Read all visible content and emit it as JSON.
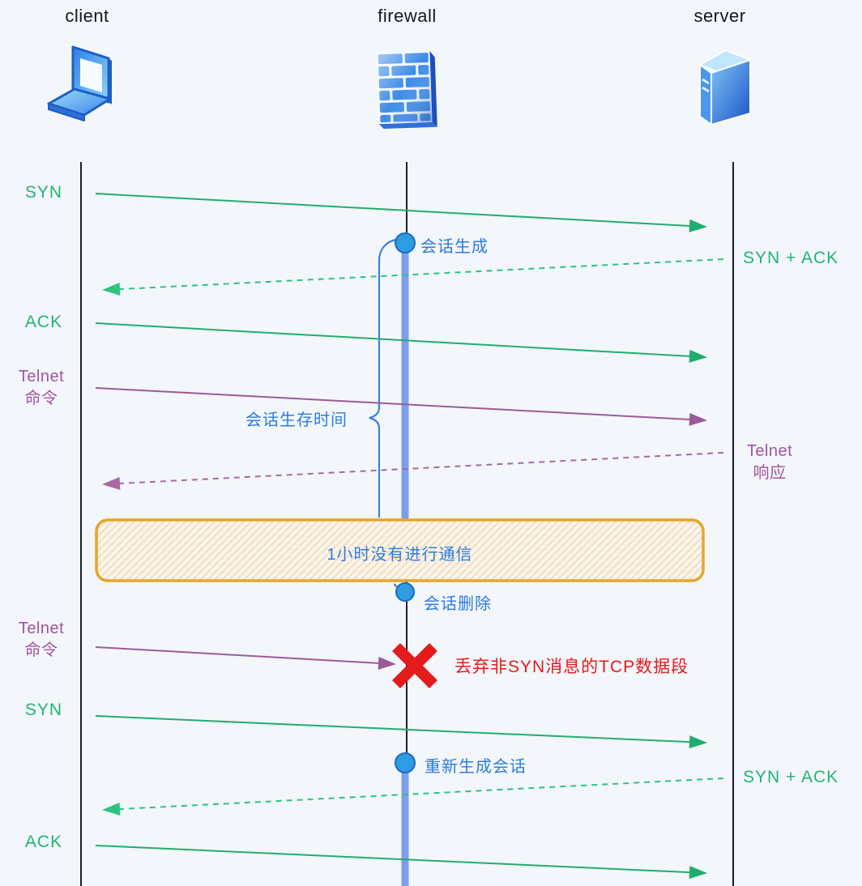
{
  "actors": {
    "client": "client",
    "firewall": "firewall",
    "server": "server"
  },
  "messages": {
    "syn_1": "SYN",
    "syn_ack_1": "SYN + ACK",
    "ack_1": "ACK",
    "telnet_cmd1_line1": "Telnet",
    "telnet_cmd1_line2": "命令",
    "telnet_resp_line1": "Telnet",
    "telnet_resp_line2": "响应",
    "telnet_cmd2_line1": "Telnet",
    "telnet_cmd2_line2": "命令",
    "syn_2": "SYN",
    "syn_ack_2": "SYN + ACK",
    "ack_2": "ACK"
  },
  "annotations": {
    "session_created": "会话生成",
    "session_lifetime": "会话生存时间",
    "no_comm_1_hour": "1小时没有进行通信",
    "session_deleted": "会话删除",
    "drop_non_syn": "丢弃非SYN消息的TCP数据段",
    "session_recreated": "重新生成会话"
  },
  "icons": {
    "client": "laptop-icon",
    "firewall": "brick-wall-icon",
    "server": "server-tower-icon"
  },
  "colors": {
    "green_solid": "#1fae6c",
    "green_dashed": "#2cc47e",
    "purple": "#9c5a99",
    "blue_annotation": "#2b7ce0",
    "session_dot": "#2e9ce2",
    "session_bar": "#7d9ee9",
    "bracket": "#3f7fd6",
    "timeout_border": "#e3a62c",
    "timeout_fill": "#fbf4e7",
    "drop_red": "#e41b1b",
    "lifeline": "#1c1c2a",
    "background": "#f3f6fb"
  }
}
